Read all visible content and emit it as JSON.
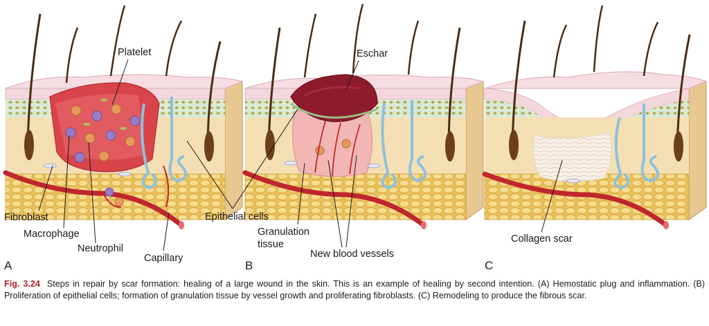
{
  "labels": {
    "platelet": "Platelet",
    "fibroblast": "Fibroblast",
    "macrophage": "Macrophage",
    "neutrophil": "Neutrophil",
    "capillary": "Capillary",
    "epithelial_cells": "Epithelial cells",
    "eschar": "Eschar",
    "granulation_line1": "Granulation",
    "granulation_line2": "tissue",
    "new_blood_vessels": "New blood vessels",
    "collagen_scar": "Collagen scar"
  },
  "panels": {
    "a": "A",
    "b": "B",
    "c": "C"
  },
  "caption": {
    "fig_number": "Fig. 3.24",
    "text": "Steps in repair by scar formation: healing of a large wound in the skin. This is an example of healing by second intention. (A) Hemostatic plug and inflammation. (B) Proliferation of epithelial cells; formation of granulation tissue by vessel growth and proliferating fibroblasts. (C) Remodeling to produce the fibrous scar."
  },
  "colors": {
    "epidermis": "#f3d7dc",
    "dermis": "#f4dfb4",
    "fat": "#ecc76a",
    "vessel": "#c0262d",
    "hair": "#4a2a12",
    "gland": "#8fc0dc",
    "eschar": "#8e1b2c",
    "caption_accent": "#b0222b"
  }
}
